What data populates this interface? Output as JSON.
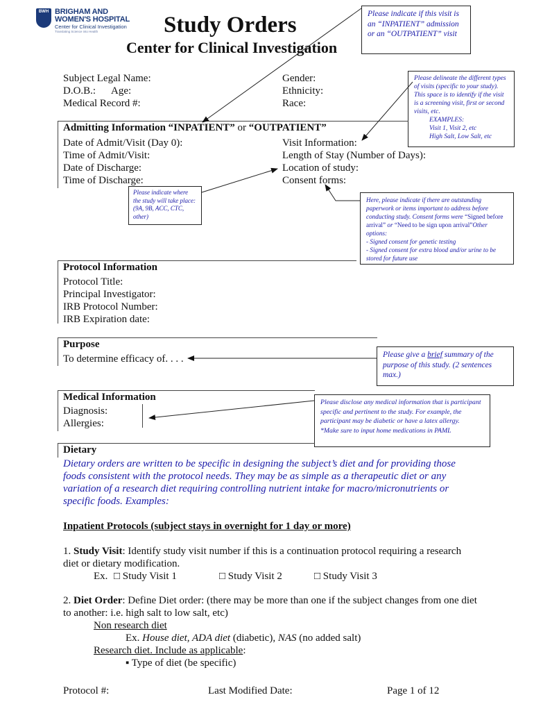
{
  "logo": {
    "mark": "BWH",
    "line1": "BRIGHAM AND",
    "line2": "WOMEN'S HOSPITAL",
    "line3": "Center for Clinical Investigation",
    "line4": "Translating Science into Health"
  },
  "title": "Study Orders",
  "subtitle": "Center for Clinical Investigation",
  "callouts": {
    "visit_type": "Please indicate if this visit is an “INPATIENT” admission or an “OUTPATIENT” visit",
    "visit_info_1": "Please delineate the different types of visits (specific to your study). This space is to identify if the visit is a screening visit, first or second visits, etc.",
    "visit_info_2": "EXAMPLES:",
    "visit_info_3": "Visit 1, Visit 2, etc",
    "visit_info_4": "High Salt, Low Salt, etc",
    "location": "Please indicate where the study will take place: (9A, 9B, ACC, CTC, other)",
    "consent_1": "Here, please indicate if there are outstanding paperwork or items important to address before conducting study.  Consent forms were ",
    "consent_1b": "“Signed before arrival”",
    "consent_1c": " or ",
    "consent_1d": "“Need to be sign upon arrival”",
    "consent_1e": "Other options:",
    "consent_2": "- Signed consent for genetic testing",
    "consent_3": "- Signed consent for extra blood and/or urine to be stored for future use",
    "purpose_pre": "Please give a ",
    "purpose_u": "brief",
    "purpose_post": " summary of the purpose of this study. (2 sentences max.)",
    "medical_1": "Please disclose any medical information that is participant specific and pertinent to the study.  For example, the participant may be diabetic or have a latex allergy.",
    "medical_2": "*Make sure to input home medications in PAML"
  },
  "subject": {
    "legal_name": "Subject Legal Name:",
    "dob": "D.O.B.:",
    "age": "Age:",
    "mrn": "Medical Record #:",
    "gender": "Gender:",
    "ethnicity": "Ethnicity:",
    "race": "Race:"
  },
  "admitting": {
    "header_a": "Admitting Information “INPATIENT”",
    "header_or": " or ",
    "header_b": "“OUTPATIENT”",
    "date_admit": "Date of Admit/Visit (Day 0):",
    "time_admit": "Time of Admit/Visit:",
    "date_discharge": "Date of Discharge:",
    "time_discharge": "Time of Discharge:",
    "visit_info": "Visit Information:",
    "length_stay": "Length of Stay (Number of Days):",
    "location": "Location of study:",
    "consent": "Consent forms:"
  },
  "protocol": {
    "header": "Protocol Information",
    "title": "Protocol Title:",
    "pi": "Principal Investigator:",
    "irb_number": "IRB Protocol Number:",
    "irb_exp": "IRB Expiration date:"
  },
  "purpose": {
    "header": "Purpose",
    "text": "To determine efficacy of. . . ."
  },
  "medical": {
    "header": "Medical Information",
    "diagnosis": "Diagnosis:",
    "allergies": "Allergies:"
  },
  "dietary": {
    "header": "Dietary",
    "intro": "Dietary orders are written to be specific in designing the subject’s diet and for providing those foods consistent with the protocol needs.  They may be as simple as a therapeutic diet or any variation of a research diet requiring controlling nutrient intake for macro/micronutrients or specific foods. Examples:",
    "inpatient_header": "Inpatient Protocols (subject stays in overnight for 1 day or more)",
    "item1_num": "1. ",
    "item1_bold": "Study Visit",
    "item1_text": ":  Identify study visit number if this is a continuation protocol requiring a research diet or dietary modification.",
    "ex_label": "Ex.",
    "visit_opts": [
      "□ Study Visit 1",
      "□ Study Visit 2",
      "□ Study Visit 3"
    ],
    "item2_num": "2. ",
    "item2_bold": "Diet Order",
    "item2_text": ":  Define Diet order: (there may be more than one if the subject changes from one diet to another: i.e. high salt to low salt, etc)",
    "non_research": "Non research diet",
    "ex2_label": "Ex. ",
    "ex2_a": "House diet, ADA diet",
    "ex2_b": " (diabetic), ",
    "ex2_c": "NAS",
    "ex2_d": " (no added salt)",
    "research_diet": "Research diet. Include as applicable",
    "research_colon": ":",
    "bullet": "▪ Type of diet (be specific)"
  },
  "footer": {
    "protocol": "Protocol #:",
    "modified": "Last Modified Date:",
    "page": "Page 1 of 12"
  }
}
